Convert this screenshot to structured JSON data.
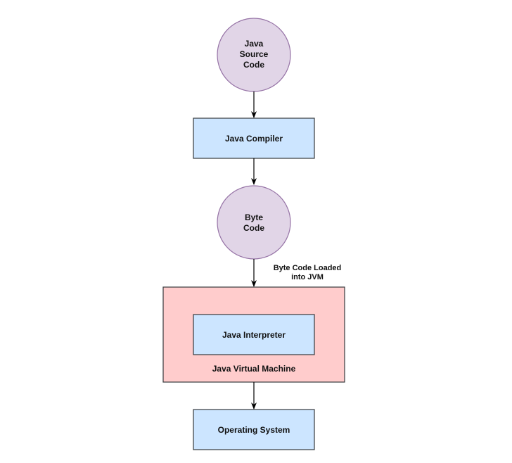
{
  "colors": {
    "circle_fill": "#e1d5e7",
    "circle_stroke": "#9673a6",
    "box_fill": "#cce5ff",
    "box_stroke": "#36393d",
    "jvm_fill": "#ffcccc",
    "jvm_stroke": "#36393d",
    "arrow": "#000000"
  },
  "nodes": {
    "java_source": {
      "lines": [
        "Java",
        "Source",
        "Code"
      ]
    },
    "compiler": {
      "label": "Java Compiler"
    },
    "byte_code": {
      "lines": [
        "Byte",
        "Code"
      ]
    },
    "jvm": {
      "label": "Java Virtual Machine"
    },
    "interpreter": {
      "label": "Java Interpreter"
    },
    "os": {
      "label": "Operating System"
    }
  },
  "edges": {
    "bytecode_to_jvm_label": [
      "Byte Code Loaded",
      "into JVM"
    ]
  }
}
